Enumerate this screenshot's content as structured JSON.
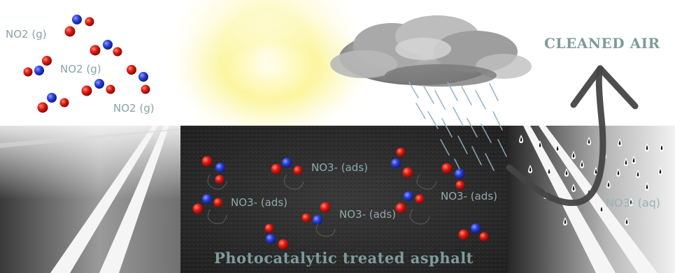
{
  "labels": {
    "gas_1": "NO2 (g)",
    "gas_2": "NO2 (g)",
    "gas_3": "NO2 (g)",
    "ads_1": "NO3- (ads)",
    "ads_2": "NO3- (ads)",
    "ads_3": "NO3- (ads)",
    "ads_4": "NO3- (ads)",
    "aq_1": "NO3- (aq)",
    "cleaned_air": "CLEANED AIR",
    "surface_caption": "Photocatalytic treated asphalt"
  },
  "colors": {
    "oxygen": "#e01a12",
    "nitrogen": "#2a3fe0",
    "sun": "#fff7a0",
    "label_text": "#7f9c9c",
    "asphalt": "#2d2d2d",
    "rain": "#8fb0bf"
  }
}
